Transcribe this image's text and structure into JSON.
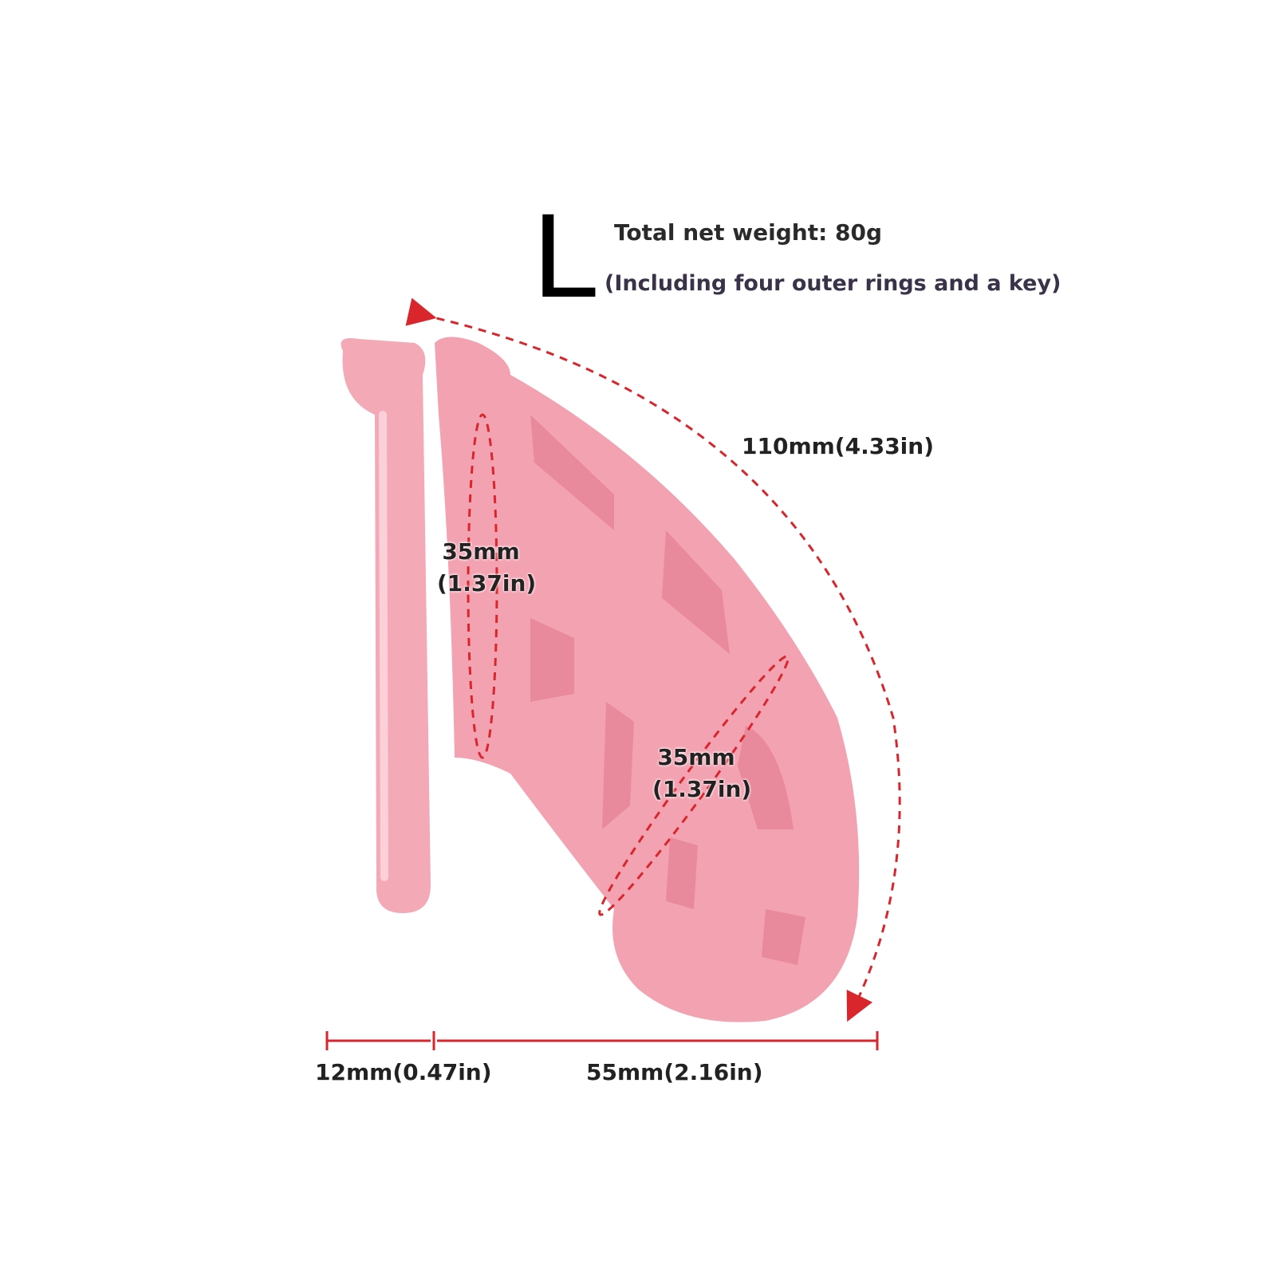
{
  "product": {
    "size_label": "L",
    "weight": "Total net weight: 80g",
    "note": "(Including four outer rings and a key)"
  },
  "dimensions": {
    "length": "110mm(4.33in)",
    "ring_diameter_mm": "35mm",
    "ring_diameter_in": "(1.37in)",
    "tip_diameter_mm": "35mm",
    "tip_diameter_in": "(1.37in)",
    "gap": "12mm(0.47in)",
    "depth": "55mm(2.16in)"
  },
  "colors": {
    "product": "#f3a6b4",
    "dimension_line": "#d8262c"
  }
}
